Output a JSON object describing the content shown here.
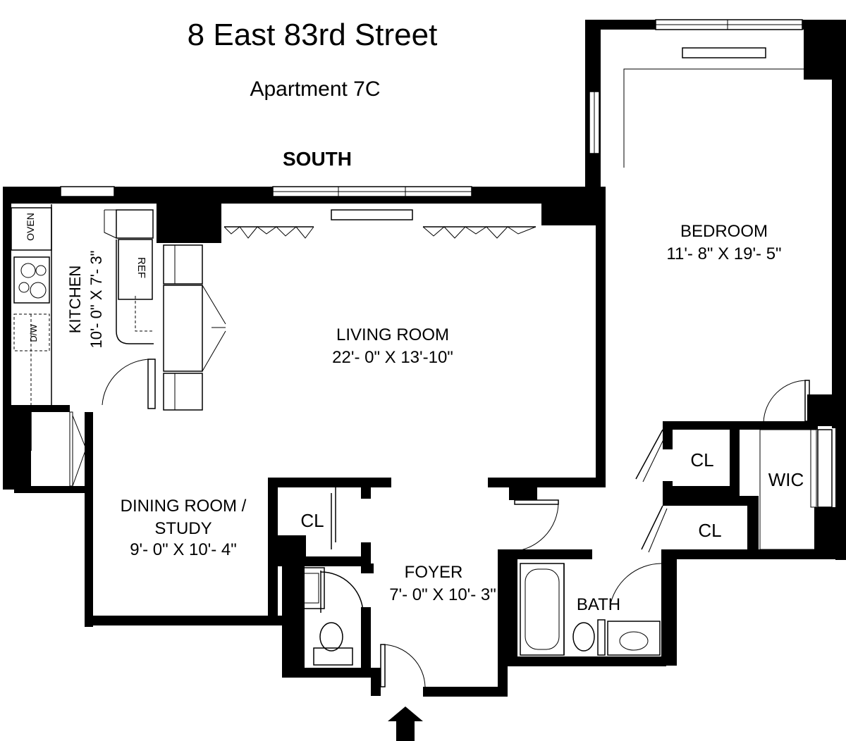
{
  "header": {
    "address": "8 East 83rd Street",
    "unit": "Apartment 7C",
    "orientation": "SOUTH"
  },
  "rooms": {
    "bedroom": {
      "name": "BEDROOM",
      "dims": "11'- 8\" X 19'- 5\""
    },
    "living": {
      "name": "LIVING ROOM",
      "dims": "22'- 0\" X 13'-10\""
    },
    "kitchen": {
      "name": "KITCHEN",
      "dims": "10'- 0\" X 7'- 3\""
    },
    "dining": {
      "name_line1": "DINING ROOM /",
      "name_line2": "STUDY",
      "dims": "9'- 0\" X 10'- 4\""
    },
    "foyer": {
      "name": "FOYER",
      "dims": "7'- 0\" X 10'- 3\""
    },
    "bath": {
      "name": "BATH"
    },
    "closet_foyer": "CL",
    "closet_bed_1": "CL",
    "closet_bed_2": "CL",
    "wic": "WIC"
  },
  "fixtures": {
    "oven": "OVEN",
    "ref": "REF",
    "dw": "D/W"
  }
}
